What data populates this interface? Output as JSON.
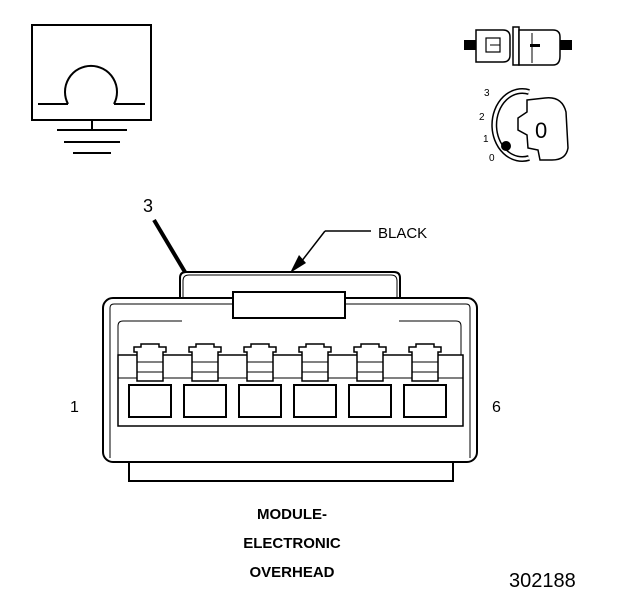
{
  "callout_pin": "3",
  "connector_color": "BLACK",
  "pin_first": "1",
  "pin_last": "6",
  "caption": {
    "line1": "MODULE-",
    "line2": "ELECTRONIC",
    "line3": "OVERHEAD"
  },
  "figure_number": "302188",
  "ignition_positions": [
    "3",
    "2",
    "1",
    "0"
  ],
  "ignition_key_label": "0",
  "icons": [
    "ground-symbol-icon",
    "connector-icon",
    "ignition-key-icon"
  ]
}
